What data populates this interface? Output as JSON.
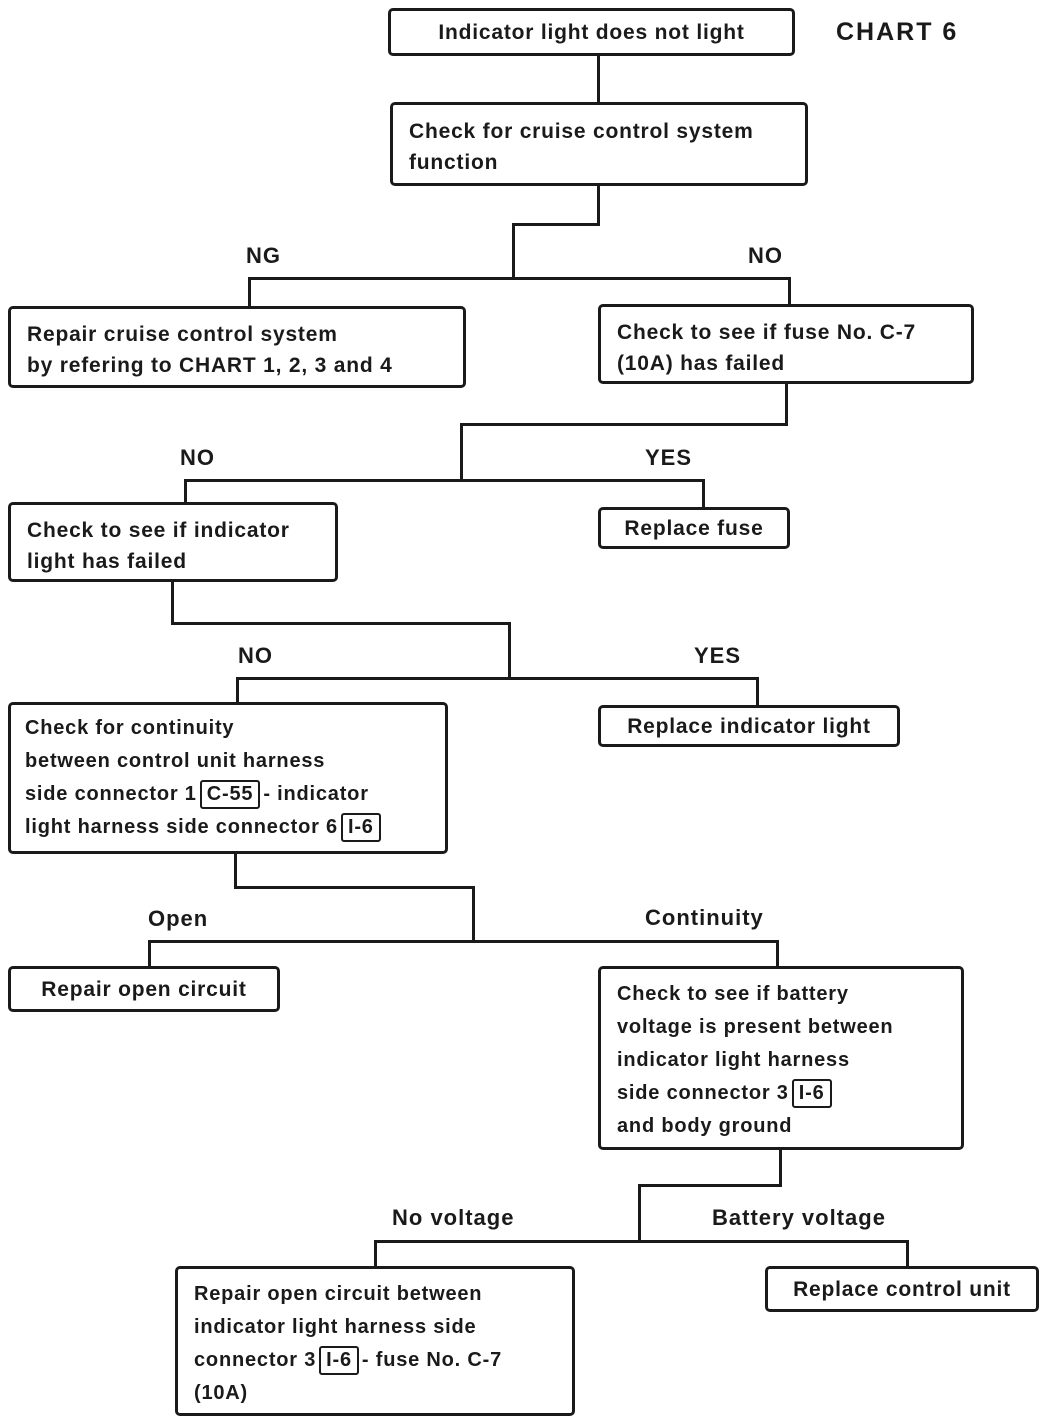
{
  "page": {
    "background": "#ffffff",
    "ink": "#1a1a1a"
  },
  "header": {
    "chart_label": "CHART 6"
  },
  "nodes": {
    "start": {
      "text": "Indicator light does not light"
    },
    "check_function": {
      "lines": [
        "Check for cruise control system",
        "function"
      ]
    },
    "repair_cruise": {
      "lines": [
        "Repair cruise control system",
        "by refering to CHART 1, 2, 3 and 4"
      ]
    },
    "check_fuse": {
      "lines": [
        "Check to see if fuse No. C-7",
        "(10A) has failed"
      ]
    },
    "check_indicator": {
      "lines": [
        "Check to see if indicator",
        "light has failed"
      ]
    },
    "replace_fuse": {
      "text": "Replace fuse"
    },
    "check_continuity": {
      "line1": "Check for continuity",
      "line2": "between control unit harness",
      "line3_pre": "side connector 1",
      "line3_ref": "C-55",
      "line3_post": "- indicator",
      "line4_pre": "light harness side connector 6",
      "line4_ref": "I-6"
    },
    "replace_indicator": {
      "text": "Replace indicator light"
    },
    "repair_open": {
      "text": "Repair open circuit"
    },
    "check_battery": {
      "line1": "Check to see if battery",
      "line2": "voltage is present between",
      "line3": "indicator light harness",
      "line4_pre": "side connector 3",
      "line4_ref": "I-6",
      "line5": "and body ground"
    },
    "repair_harness": {
      "line1": "Repair open circuit between",
      "line2": "indicator light harness side",
      "line3_pre": "connector 3",
      "line3_ref": "I-6",
      "line3_post": "- fuse No. C-7",
      "line4": "(10A)"
    },
    "replace_control": {
      "text": "Replace control unit"
    }
  },
  "branch_labels": {
    "ng": "NG",
    "no_function": "NO",
    "no_fuse": "NO",
    "yes_fuse": "YES",
    "no_indicator": "NO",
    "yes_indicator": "YES",
    "open": "Open",
    "continuity": "Continuity",
    "no_voltage": "No voltage",
    "battery_voltage": "Battery voltage"
  }
}
